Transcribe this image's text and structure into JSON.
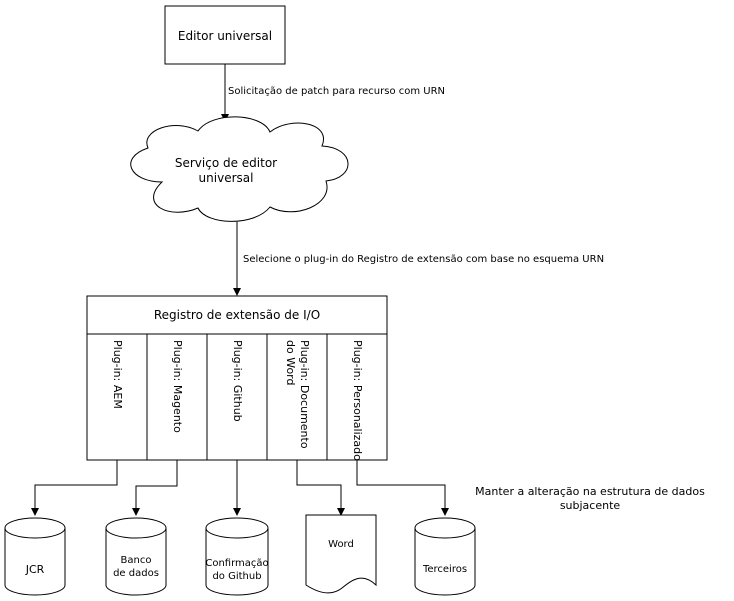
{
  "editor": {
    "label": "Editor universal"
  },
  "edge_patch": {
    "label": "Solicitação de patch para recurso com URN"
  },
  "service": {
    "line1": "Serviço de editor",
    "line2": "universal"
  },
  "edge_select": {
    "label": "Selecione o plug-in do Registro de extensão com base no esquema URN"
  },
  "registry": {
    "title": "Registro de extensão de I/O",
    "plugins": [
      {
        "lines": [
          "Plug-in: AEM"
        ]
      },
      {
        "lines": [
          "Plug-in: Magento"
        ]
      },
      {
        "lines": [
          "Plug-in: Github"
        ]
      },
      {
        "lines": [
          "Plug-in: Documento",
          "do Word"
        ]
      },
      {
        "lines": [
          "Plug-in: Personalizado"
        ]
      }
    ]
  },
  "persist_note": {
    "line1": "Manter a alteração na estrutura de dados",
    "line2": "subjacente"
  },
  "targets": {
    "jcr": {
      "lines": [
        "JCR"
      ]
    },
    "db": {
      "lines": [
        "Banco",
        "de dados"
      ]
    },
    "github": {
      "lines": [
        "Confirmação",
        "do Github"
      ]
    },
    "word": {
      "lines": [
        "Word"
      ]
    },
    "third": {
      "lines": [
        "Terceiros"
      ]
    }
  }
}
